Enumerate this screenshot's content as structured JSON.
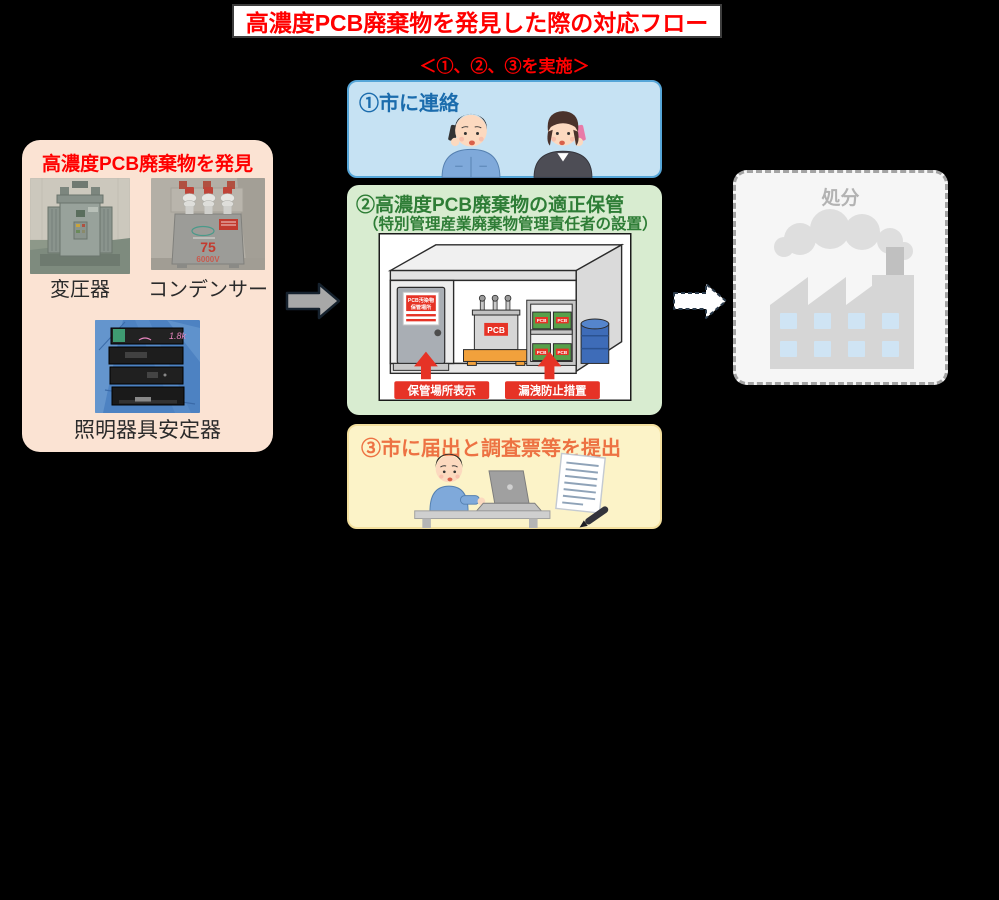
{
  "page": {
    "title": "高濃度PCB廃棄物を発見した際の対応フロー",
    "subtitle": "＜①、②、③を実施＞"
  },
  "discovery": {
    "title": "高濃度PCB廃棄物を発見",
    "transformer_label": "変圧器",
    "capacitor_label": "コンデンサー",
    "capacitor_marking_top": "75",
    "capacitor_marking_bottom": "6000V",
    "ballast_label": "照明器具安定器",
    "ballast_marking": "1.8k"
  },
  "steps": {
    "step1": {
      "title": "①市に連絡"
    },
    "step2": {
      "title": "②高濃度PCB廃棄物の適正保管",
      "subtitle": "（特別管理産業廃棄物管理責任者の設置）",
      "sign_line1": "PCB汚染物",
      "sign_line2": "保管場所",
      "pcb_label": "PCB",
      "callout_left": "保管場所表示",
      "callout_right": "漏洩防止措置"
    },
    "step3": {
      "title": "③市に届出と調査票等を提出"
    }
  },
  "disposal": {
    "title": "処分"
  },
  "colors": {
    "title_red": "#ff0000",
    "step1_title": "#1b6cad",
    "step2_title": "#2e7d36",
    "step3_title": "#ed7243",
    "disposal_title": "#b3b3b3",
    "discovery_bg": "#fbe3d3",
    "step1_bg": "#c6e2f3",
    "step2_bg": "#d8ecd0",
    "step3_bg": "#fcf3c8",
    "disposal_bg": "#f6f6f6",
    "callout_red": "#e63326",
    "arrow_gray": "#a8a8a8"
  }
}
